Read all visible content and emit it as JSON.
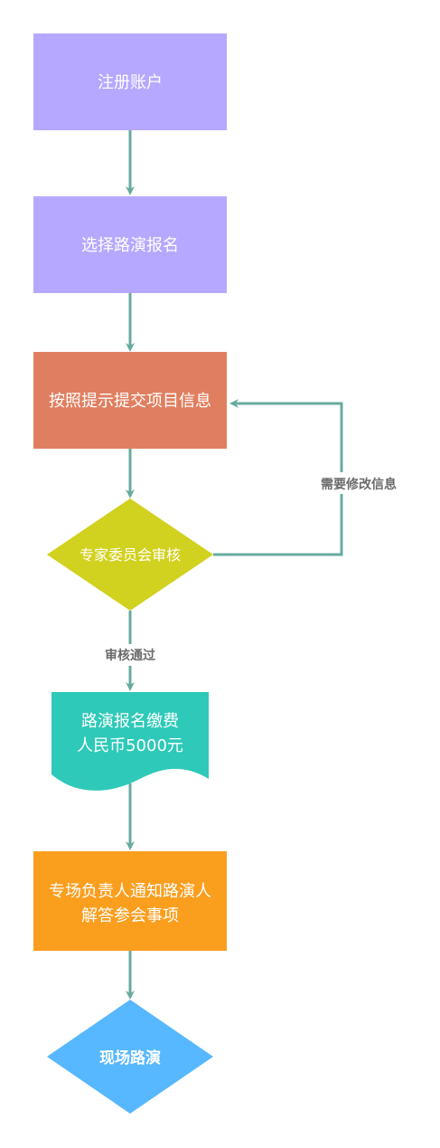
{
  "colors": {
    "connector": "#67ab9f",
    "purple": "#b7a8ff",
    "orange_red": "#e07f60",
    "olive": "#d1d11f",
    "teal": "#2ec9b8",
    "orange": "#fa9e1e",
    "blue": "#57b8ff",
    "label_text": "#6b6b6b"
  },
  "nodes": {
    "register": {
      "label": "注册账户",
      "shape": "rectangle",
      "color": "purple"
    },
    "select": {
      "label": "选择路演报名",
      "shape": "rectangle",
      "color": "purple"
    },
    "submit": {
      "label": "按照提示提交项目信息",
      "shape": "rectangle",
      "color": "orange_red"
    },
    "review": {
      "label": "专家委员会审核",
      "shape": "diamond",
      "color": "olive"
    },
    "fee": {
      "lines": [
        "路演报名缴费",
        "人民币5000元"
      ],
      "shape": "document",
      "color": "teal"
    },
    "notify": {
      "lines": [
        "专场负责人通知路演人",
        "解答参会事项"
      ],
      "shape": "rectangle",
      "color": "orange"
    },
    "roadshow": {
      "label": "现场路演",
      "shape": "diamond",
      "color": "blue"
    }
  },
  "edges": {
    "revise_label": "需要修改信息",
    "approved_label": "审核通过"
  }
}
